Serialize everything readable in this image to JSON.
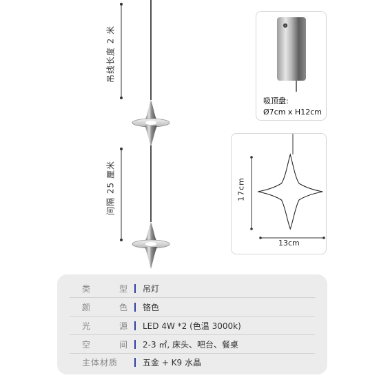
{
  "annotations": {
    "cable_length": "吊线长度 2 米",
    "spacing": "间隔 25 厘米"
  },
  "canopy": {
    "label": "吸顶盘:",
    "size": "Ø7cm x H12cm"
  },
  "pendant_dimensions": {
    "height": "17cm",
    "width": "13cm"
  },
  "specs": [
    {
      "key": "类型",
      "value": "吊灯"
    },
    {
      "key": "颜色",
      "value": "铬色"
    },
    {
      "key": "光源",
      "value": "LED 4W *2 (色温 3000k)"
    },
    {
      "key": "空间",
      "value": "2-3 ㎡, 床头、吧台、餐桌"
    },
    {
      "key": "主体材质",
      "value": "五金 + K9 水晶"
    }
  ],
  "colors": {
    "accent_bar": "#2f3f9e",
    "spec_bg": "#ececec",
    "chrome": "#9a9a9a"
  }
}
